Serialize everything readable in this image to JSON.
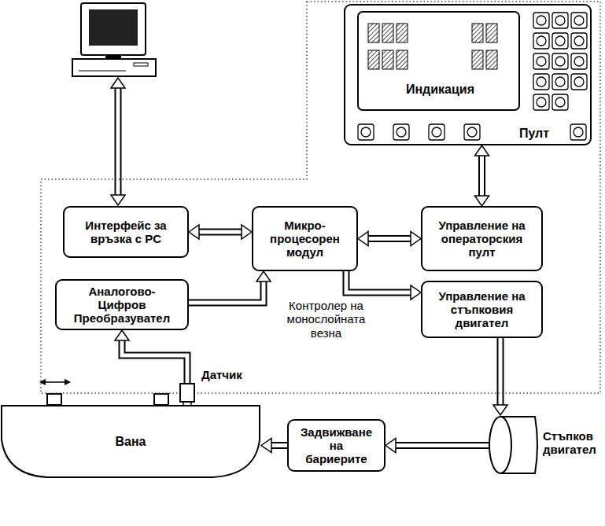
{
  "diagram": {
    "nodes": [
      {
        "text": [
          "Контролер на монослойната везна"
        ]
      },
      {
        "text": [
          "Индикация",
          "Пулт"
        ],
        "in": 0
      },
      {
        "text": [
          "Интерфейс за връзка с PC"
        ],
        "in": 0
      },
      {
        "text": [
          "Микро- процесорен модул"
        ],
        "in": 0
      },
      {
        "text": [
          "Управление на операторския пулт"
        ],
        "in": 0
      },
      {
        "text": [
          "Аналогово- Цифров Преобразувател"
        ],
        "in": 0
      },
      {
        "text": [
          "Управление на стъпковия двигател"
        ],
        "in": 0
      },
      {
        "text": [
          "Датчик"
        ]
      },
      {
        "text": [
          "Вана"
        ]
      },
      {
        "text": [
          "Задвижване на бариерите"
        ]
      },
      {
        "text": [
          "Стъпков двигател"
        ]
      }
    ],
    "edges": [
      {
        "from": 2,
        "to": 3,
        "arrow": "both"
      },
      {
        "from": 3,
        "to": 4,
        "arrow": "both"
      },
      {
        "from": 1,
        "to": 4,
        "arrow": "both"
      },
      {
        "from": 5,
        "to": 3,
        "arrow": "to"
      },
      {
        "from": 3,
        "to": 6,
        "arrow": "to"
      },
      {
        "from": 6,
        "to": 10,
        "arrow": "to"
      },
      {
        "from": 10,
        "to": 9,
        "arrow": "to"
      },
      {
        "from": 9,
        "to": 8,
        "arrow": "to"
      },
      {
        "from": 7,
        "to": 5,
        "arrow": "to"
      }
    ]
  }
}
